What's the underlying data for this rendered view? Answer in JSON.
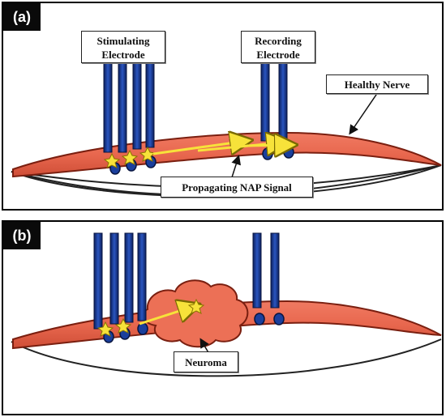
{
  "panels": [
    {
      "tag": "(a)",
      "labels": {
        "stimulating": [
          "Stimulating",
          "Electrode"
        ],
        "recording": [
          "Recording",
          "Electrode"
        ],
        "healthy_nerve": "Healthy Nerve",
        "propagating": "Propagating NAP Signal"
      }
    },
    {
      "tag": "(b)",
      "labels": {
        "neuroma": "Neuroma"
      }
    }
  ],
  "colors": {
    "nerve": "#e8674e",
    "nerve_dark": "#b83a26",
    "electrode": "#1a3f9c",
    "electrode_dark": "#0c1f5c",
    "signal": "#f7e23a"
  }
}
